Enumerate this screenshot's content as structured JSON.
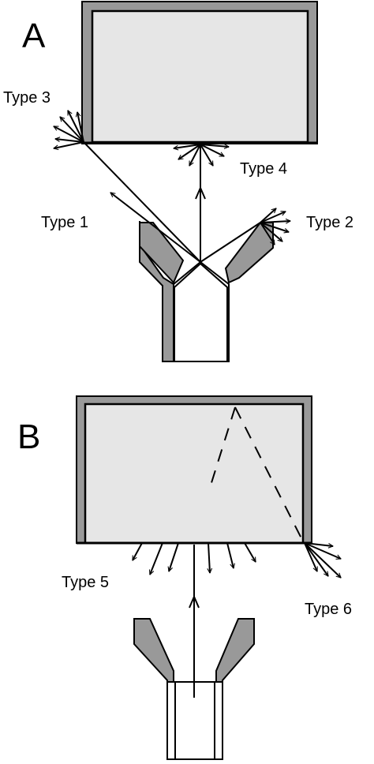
{
  "panel_a": {
    "letter": "A",
    "labels": {
      "type1": "Type 1",
      "type2": "Type 2",
      "type3": "Type 3",
      "type4": "Type 4"
    }
  },
  "panel_b": {
    "letter": "B",
    "labels": {
      "type5": "Type 5",
      "type6": "Type 6"
    }
  },
  "colors": {
    "wall": "#999999",
    "chamber_fill": "#e6e6e6",
    "line": "#000000"
  }
}
